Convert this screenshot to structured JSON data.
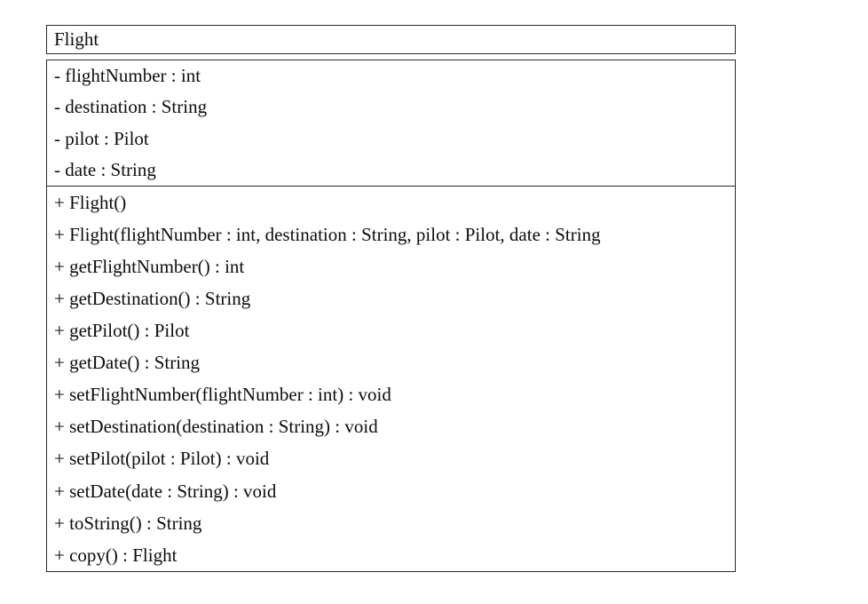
{
  "diagram": {
    "type": "uml-class-diagram",
    "class_name": "Flight",
    "attributes": [
      "- flightNumber : int",
      "- destination : String",
      "- pilot : Pilot",
      "- date : String"
    ],
    "methods": [
      "+ Flight()",
      "+ Flight(flightNumber : int, destination : String, pilot : Pilot, date : String",
      "+ getFlightNumber() : int",
      "+ getDestination() : String",
      "+ getPilot() : Pilot",
      "+ getDate() : String",
      "+ setFlightNumber(flightNumber : int) : void",
      "+ setDestination(destination : String) : void",
      "+ setPilot(pilot : Pilot) : void",
      "+ setDate(date : String) : void",
      "+ toString() : String",
      "+ copy() : Flight"
    ],
    "colors": {
      "border": "#2b2b2b",
      "background": "#ffffff",
      "text": "#0d0d0d"
    }
  }
}
